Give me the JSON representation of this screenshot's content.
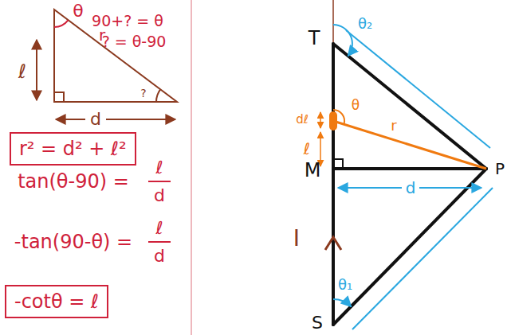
{
  "diagram": {
    "nodes": [
      {
        "text": [
          "r² = d² + ℓ²"
        ]
      },
      {
        "text": [
          "-cotθ = ℓ"
        ]
      }
    ],
    "labels": [
      "θ",
      "90+? = θ",
      "? = θ-90",
      "ℓ",
      "r",
      "?",
      "d",
      "tan(θ-90) =",
      "ℓ",
      "d",
      "-tan(90-θ) =",
      "ℓ",
      "d",
      "T",
      "θ₂",
      "θ",
      "dℓ",
      "ℓ",
      "r",
      "M",
      "d",
      "P",
      "I",
      "θ₁",
      "S"
    ]
  }
}
